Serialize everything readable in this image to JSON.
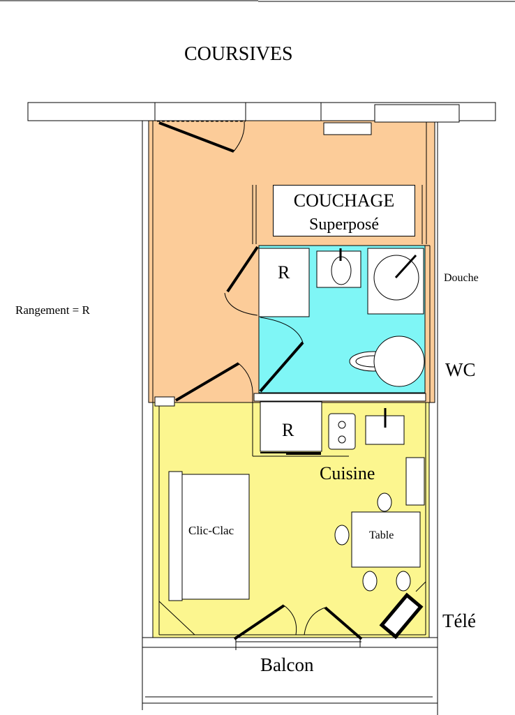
{
  "plan": {
    "title": "COURSIVES",
    "storage_legend": "Rangement  = R",
    "rooms": {
      "sleeping": {
        "line1": "COUCHAGE",
        "line2": "Superposé"
      },
      "shower": "Douche",
      "toilet": "WC",
      "kitchen": "Cuisine",
      "sofa_bed": "Clic-Clac",
      "table": "Table",
      "tv": "Télé",
      "balcony": "Balcon",
      "storage_marker": "R"
    },
    "colors": {
      "upper_room": "#fccc99",
      "bathroom": "#7ff6f6",
      "main_room": "#fcf68f",
      "walls": "#000000",
      "furniture": "#ffffff"
    }
  }
}
